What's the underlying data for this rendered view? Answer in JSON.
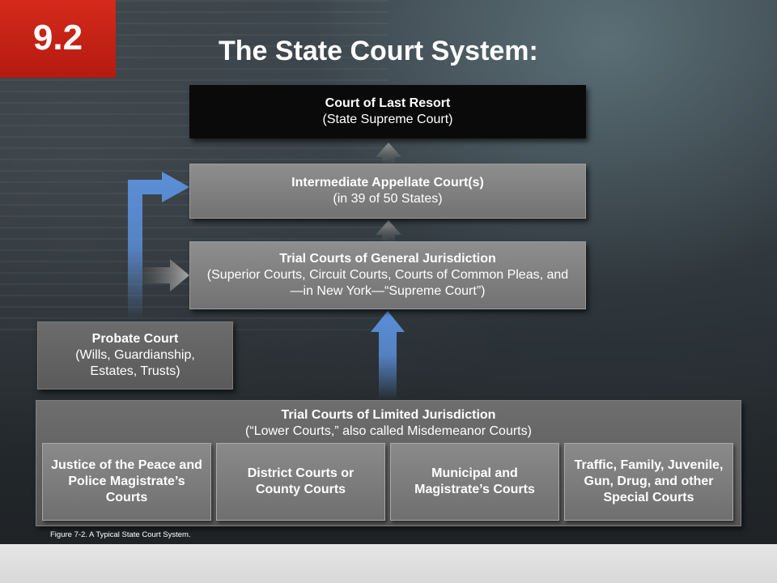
{
  "badge": "9.2",
  "title": "The State Court System:",
  "courts": {
    "last_resort": {
      "name": "Court of Last Resort",
      "detail": "(State Supreme Court)"
    },
    "appellate": {
      "name": "Intermediate Appellate Court(s)",
      "detail": "(in 39 of 50 States)"
    },
    "general": {
      "name": "Trial Courts of General Jurisdiction",
      "detail": "(Superior Courts, Circuit Courts, Courts of Common Pleas, and—in New York—“Supreme Court”)"
    },
    "probate": {
      "name": "Probate Court",
      "detail": "(Wills, Guardianship, Estates, Trusts)"
    },
    "limited": {
      "name": "Trial Courts of Limited Jurisdiction",
      "detail": "(“Lower Courts,” also called Misdemeanor Courts)",
      "sub_courts": [
        "Justice of the Peace and Police Magistrate’s Courts",
        "District Courts or County Courts",
        "Municipal and Magistrate’s Courts",
        "Traffic, Family, Juvenile, Gun, Drug, and other Special Courts"
      ]
    }
  },
  "caption": "Figure 7-2. A Typical State Court System.",
  "colors": {
    "badge": "#c8211a",
    "arrow_blue": "#5b8fd8",
    "arrow_grey": "#9a9a9a"
  }
}
